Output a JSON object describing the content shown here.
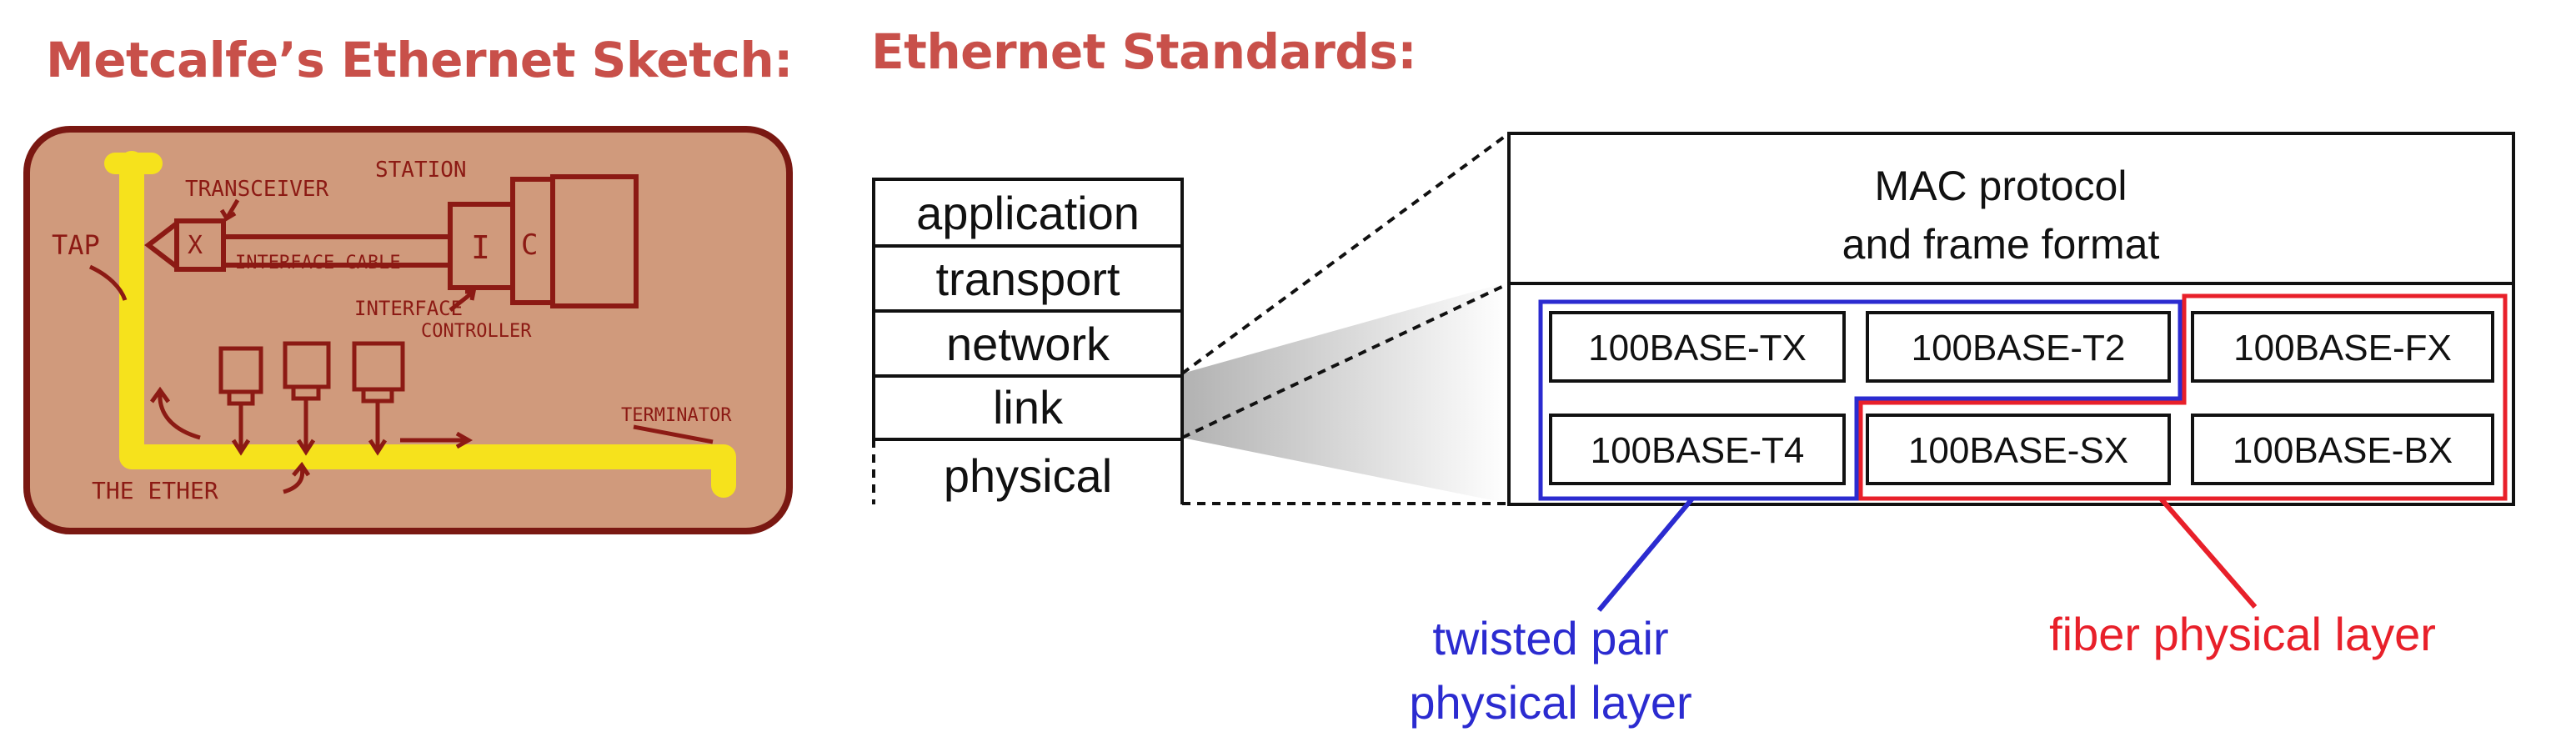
{
  "headings": {
    "left": "Metcalfe’s Ethernet Sketch:",
    "right": "Ethernet Standards:"
  },
  "sketch": {
    "station": "STATION",
    "transceiver": "TRANSCEIVER",
    "tap": "TAP",
    "x": "X",
    "interface_cable": "INTERFACE CABLE",
    "i": "I",
    "c": "C",
    "interface_controller_1": "INTERFACE",
    "interface_controller_2": "CONTROLLER",
    "terminator": "TERMINATOR",
    "the_ether": "THE ETHER",
    "colors": {
      "card": "#d09a7c",
      "border": "#8c1a14",
      "cable": "#f6e21c"
    }
  },
  "stack": {
    "layers": [
      "application",
      "transport",
      "network",
      "link",
      "physical"
    ]
  },
  "standards": {
    "mac_line1": "MAC protocol",
    "mac_line2": "and frame format",
    "row1": [
      "100BASE-TX",
      "100BASE-T2",
      "100BASE-FX"
    ],
    "row2": [
      "100BASE-T4",
      "100BASE-SX",
      "100BASE-BX"
    ],
    "twisted_line1": "twisted pair",
    "twisted_line2": "physical layer",
    "fiber": "fiber physical layer",
    "colors": {
      "twisted": "#2b2bd0",
      "fiber": "#e8202a"
    }
  }
}
